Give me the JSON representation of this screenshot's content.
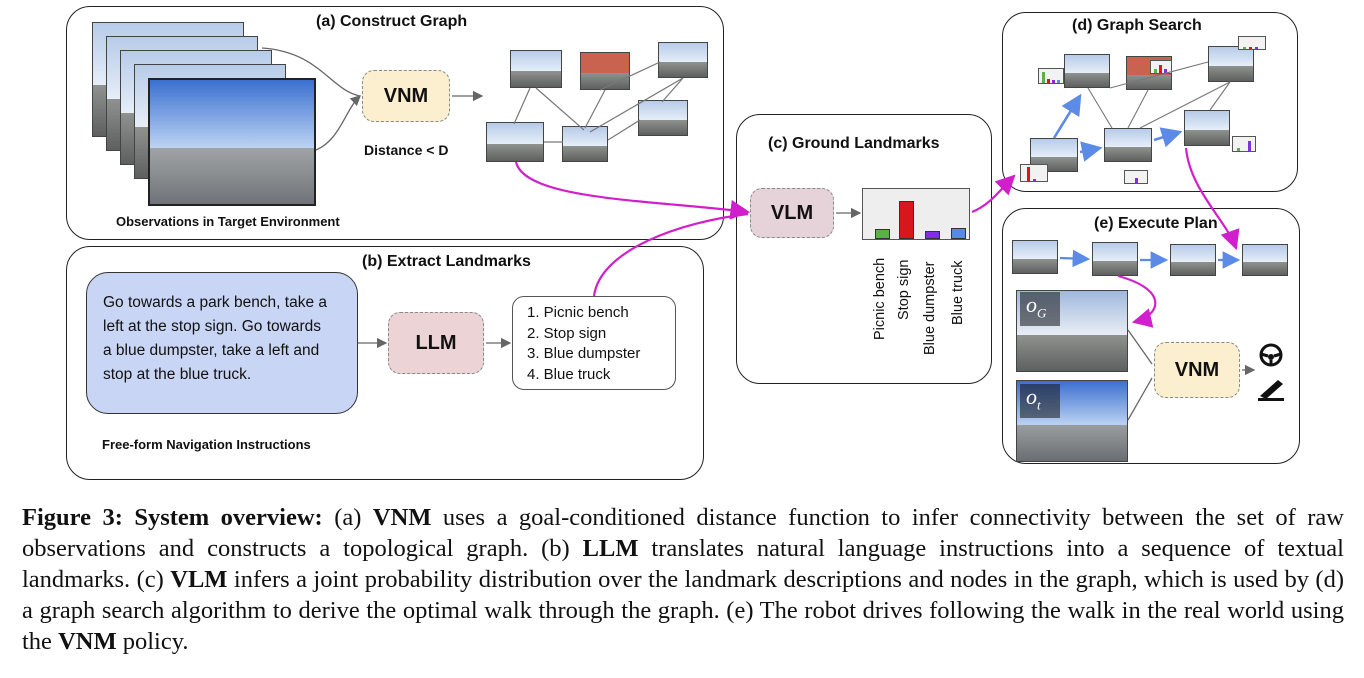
{
  "panels": {
    "a": {
      "title": "(a)  Construct Graph",
      "observations_label": "Observations in Target Environment",
      "vnm_label": "VNM",
      "distance_label": "Distance < D"
    },
    "b": {
      "title": "(b) Extract Landmarks",
      "instruction_lines": [
        "Go towards a park bench, take a",
        "left at the stop sign. Go towards",
        "a blue dumpster, take a left and",
        "stop at the blue truck."
      ],
      "instruction_caption": "Free-form Navigation Instructions",
      "llm_label": "LLM",
      "landmarks": [
        "1. Picnic bench",
        "2. Stop sign",
        "3. Blue dumpster",
        "4. Blue truck"
      ]
    },
    "c": {
      "title": "(c) Ground Landmarks",
      "vlm_label": "VLM"
    },
    "d": {
      "title": "(d) Graph Search"
    },
    "e": {
      "title": "(e) Execute Plan",
      "vnm_label": "VNM",
      "goal_label": "o",
      "goal_sub": "G",
      "obs_label": "o",
      "obs_sub": "t"
    }
  },
  "chart_data": {
    "type": "bar",
    "categories": [
      "Picnic bench",
      "Stop sign",
      "Blue dumpster",
      "Blue truck"
    ],
    "values": [
      0.2,
      0.75,
      0.16,
      0.22
    ],
    "ylim": [
      0,
      1
    ],
    "colors": [
      "#5cb046",
      "#d8171c",
      "#7f2fe6",
      "#5b87e6"
    ],
    "title": "",
    "xlabel": "",
    "ylabel": ""
  },
  "caption": {
    "fig_label": "Figure 3:",
    "fig_title": "System overview:",
    "parts": [
      {
        "t": " (a) ",
        "b": false
      },
      {
        "t": "VNM",
        "b": true
      },
      {
        "t": " uses a goal-conditioned distance function to infer connectivity between the set of raw observations and constructs a topological graph. (b) ",
        "b": false
      },
      {
        "t": "LLM",
        "b": true
      },
      {
        "t": " translates natural language instructions into a sequence of textual landmarks. (c) ",
        "b": false
      },
      {
        "t": "VLM",
        "b": true
      },
      {
        "t": " infers a joint probability distribution over the landmark descriptions and nodes in the graph, which is used by (d) a graph search algorithm to derive the optimal walk through the graph. (e) The robot drives following the walk in the real world using the ",
        "b": false
      },
      {
        "t": "VNM",
        "b": true
      },
      {
        "t": " policy.",
        "b": false
      }
    ]
  },
  "colors": {
    "magenta": "#d21fcd",
    "blue_arrow": "#5b8be6"
  }
}
